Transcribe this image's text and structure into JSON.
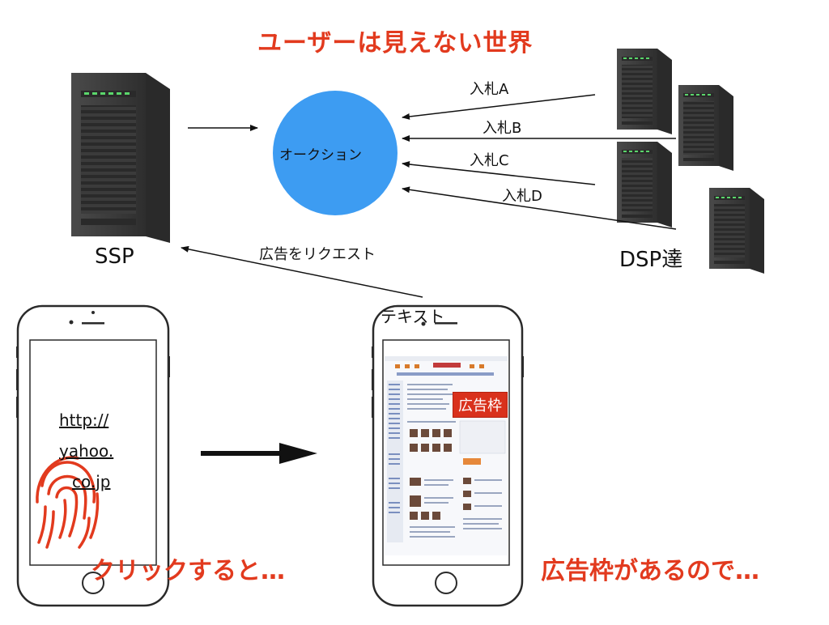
{
  "title": "ユーザーは見えない世界",
  "ssp_label": "SSP",
  "dsp_label": "DSP達",
  "auction_label": "オークション",
  "bids": [
    "入札A",
    "入札B",
    "入札C",
    "入札D"
  ],
  "request_label": "広告をリクエスト",
  "text_label": "テキスト",
  "phone_left": {
    "url_lines": [
      "http://",
      "yahoo.",
      "co.jp"
    ],
    "caption": "クリックすると…"
  },
  "phone_right": {
    "ad_frame_label": "広告枠",
    "caption": "広告枠があるので…"
  },
  "colors": {
    "accent_red": "#e23a1e",
    "auction_blue": "#3d9cf2",
    "server_dark": "#3a3a3a",
    "led_green": "#5ad66b"
  }
}
